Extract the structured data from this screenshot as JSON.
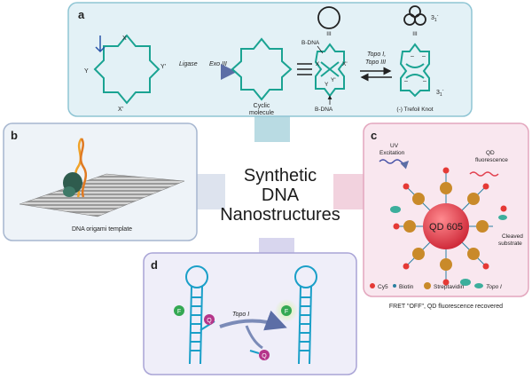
{
  "center": {
    "line1": "Synthetic",
    "line2": "DNA",
    "line3": "Nanostructures"
  },
  "panel_a": {
    "letter": "a",
    "x_label": "X",
    "y_label": "Y",
    "y_prime": "Y'",
    "x_prime": "X'",
    "ligase": "Ligase",
    "exo": "Exo III",
    "cyclic_line1": "Cyclic",
    "cyclic_line2": "molecule",
    "roman_left": "III",
    "bdna_top": "B-DNA",
    "bdna_bottom": "B-DNA",
    "inner_x": "X",
    "inner_xp": "X'",
    "inner_y": "Y",
    "inner_yp": "Y'",
    "topo_line1": "Topo I,",
    "topo_line2": "Topo III",
    "roman_right": "III",
    "knot_sub": "3",
    "knot_sub2": "1",
    "knot_sup": "-",
    "trefoil": "(-) Trefoil Knot",
    "minus": "–"
  },
  "panel_b": {
    "letter": "b",
    "caption": "DNA origami template"
  },
  "panel_c": {
    "letter": "c",
    "uv_line1": "UV",
    "uv_line2": "Excitation",
    "qd_line1": "QD",
    "qd_line2": "fluorescence",
    "qd_label": "QD 605",
    "cleaved_line1": "Cleaved",
    "cleaved_line2": "substrate",
    "legend_cy5": "Cy5",
    "legend_biotin": "Biotin",
    "legend_strep": "Streptavidin",
    "legend_topo": "Topo I",
    "caption": "FRET \"OFF\", QD fluorescence recovered"
  },
  "panel_d": {
    "letter": "d",
    "f_label": "F",
    "q_label": "Q",
    "topo": "Topo I"
  },
  "colors": {
    "teal": "#1aa392",
    "panel_a_bg": "#e3f1f6",
    "panel_b_bg": "#eef3f8",
    "panel_c_bg": "#f9e7ef",
    "panel_d_bg": "#efeef9",
    "qd": "#e2414f",
    "strep": "#c98a2a",
    "topo": "#3cae9c"
  }
}
